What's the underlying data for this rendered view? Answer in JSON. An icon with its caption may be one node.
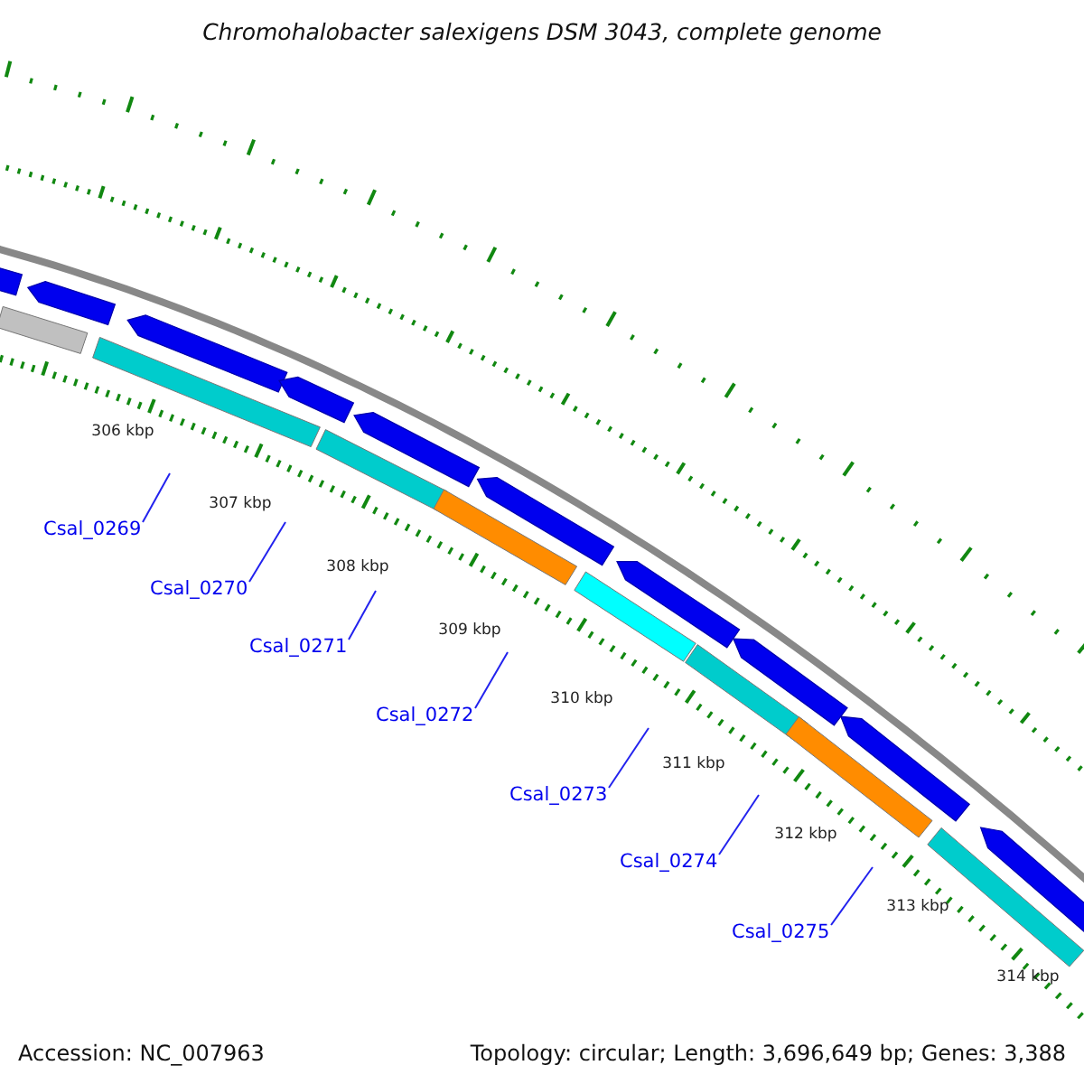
{
  "diagram": {
    "title": "Chromohalobacter salexigens DSM 3043, complete genome",
    "nodes": [
      {
        "text": [
          "Csal_0269"
        ]
      },
      {
        "text": [
          "Csal_0270"
        ]
      },
      {
        "text": [
          "Csal_0271"
        ]
      },
      {
        "text": [
          "Csal_0272"
        ]
      },
      {
        "text": [
          "Csal_0273"
        ]
      },
      {
        "text": [
          "Csal_0274"
        ]
      },
      {
        "text": [
          "Csal_0275"
        ]
      }
    ],
    "edges": [
      {
        "from": 0,
        "to": null,
        "arrow": "none"
      },
      {
        "from": 1,
        "to": null,
        "arrow": "none"
      },
      {
        "from": 2,
        "to": null,
        "arrow": "none"
      },
      {
        "from": 3,
        "to": null,
        "arrow": "none"
      },
      {
        "from": 4,
        "to": null,
        "arrow": "none"
      },
      {
        "from": 5,
        "to": null,
        "arrow": "none"
      },
      {
        "from": 6,
        "to": null,
        "arrow": "none"
      }
    ],
    "labels": [
      "306 kbp",
      "307 kbp",
      "308 kbp",
      "309 kbp",
      "310 kbp",
      "311 kbp",
      "312 kbp",
      "313 kbp",
      "314 kbp",
      "Accession: NC_007963",
      "Topology: circular; Length: 3,696,649 bp; Genes: 3,388"
    ]
  }
}
